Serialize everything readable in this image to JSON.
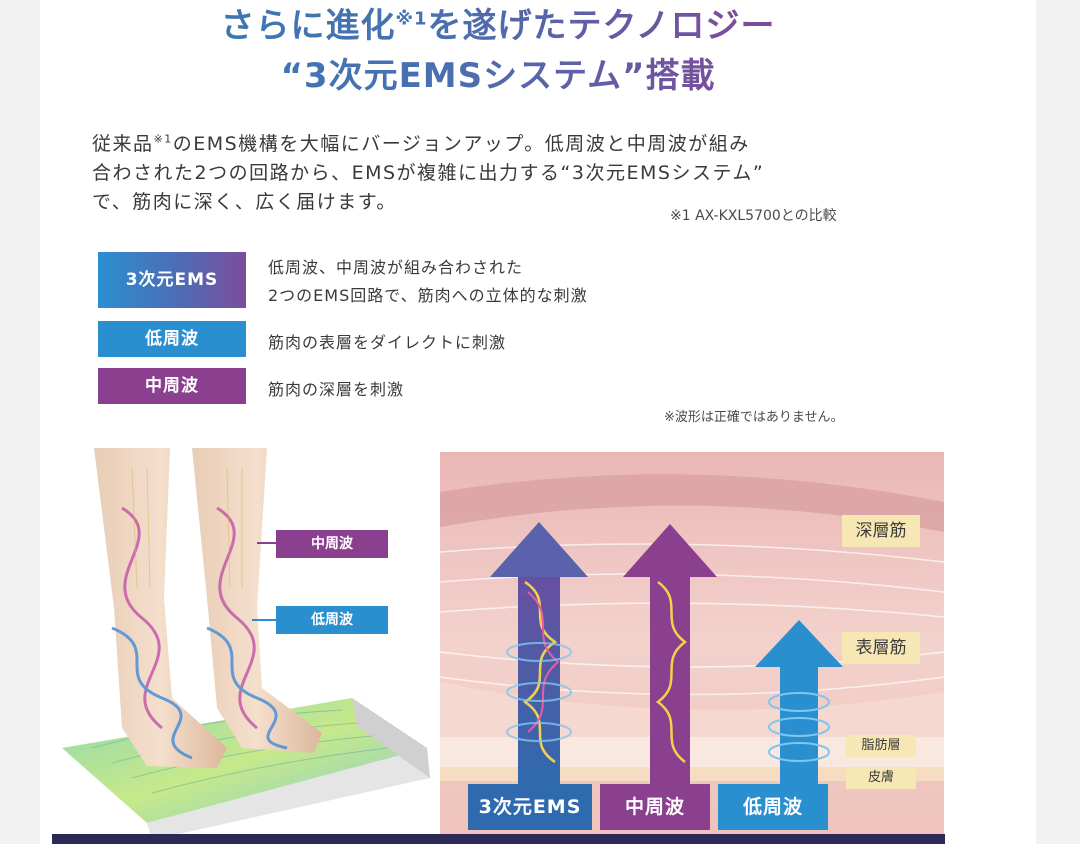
{
  "headline": {
    "line1_pre": "さらに進化",
    "line1_sup": "※1",
    "line1_post": "を遂げたテクノロジー",
    "line2": "“3次元EMSシステム”搭載"
  },
  "intro": {
    "line1_pre": "従来品",
    "line1_sup": "※1",
    "line1_post": "のEMS機構を大幅にバージョンアップ。低周波と中周波が組み",
    "line2": "合わされた2つの回路から、EMSが複雑に出力する“3次元EMSシステム”",
    "line3": "で、筋肉に深く、広く届けます。",
    "footnote": "※1 AX-KXL5700との比較"
  },
  "legend": [
    {
      "label": "3次元EMS",
      "desc_line1": "低周波、中周波が組み合わされた",
      "desc_line2": "2つのEMS回路で、筋肉への立体的な刺激"
    },
    {
      "label": "低周波",
      "desc_line1": "筋肉の表層をダイレクトに刺激"
    },
    {
      "label": "中周波",
      "desc_line1": "筋肉の深層を刺激"
    }
  ],
  "waveform_note": "※波形は正確ではありません。",
  "foot_illustration": {
    "tag_mid": "中周波",
    "tag_low": "低周波"
  },
  "muscle_diagram": {
    "layers": {
      "deep": "深層筋",
      "surface": "表層筋",
      "fat": "脂肪層",
      "skin": "皮膚"
    },
    "bottom_labels": [
      "3次元EMS",
      "中周波",
      "低周波"
    ]
  },
  "colors": {
    "low_freq": "#2a8fcf",
    "mid_freq": "#8a3f8f",
    "ems_3d": "#2f6aae",
    "layer_label_bg": "#f6e7b5"
  }
}
